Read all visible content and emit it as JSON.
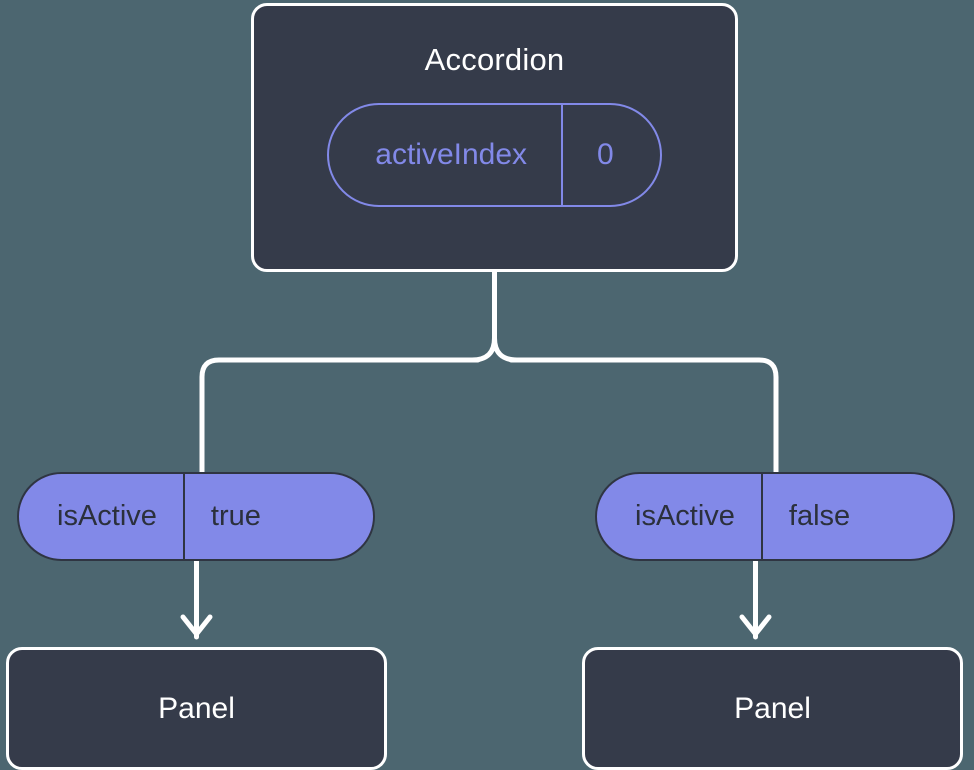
{
  "diagram": {
    "type": "component-tree",
    "background_color": "#4c6670",
    "card_color": "#353b4a",
    "accent_color": "#8289e8",
    "border_color": "#ffffff"
  },
  "root": {
    "title": "Accordion",
    "state": {
      "key": "activeIndex",
      "value": "0"
    }
  },
  "branches": [
    {
      "prop": {
        "key": "isActive",
        "value": "true"
      },
      "child": {
        "title": "Panel"
      }
    },
    {
      "prop": {
        "key": "isActive",
        "value": "false"
      },
      "child": {
        "title": "Panel"
      }
    }
  ]
}
